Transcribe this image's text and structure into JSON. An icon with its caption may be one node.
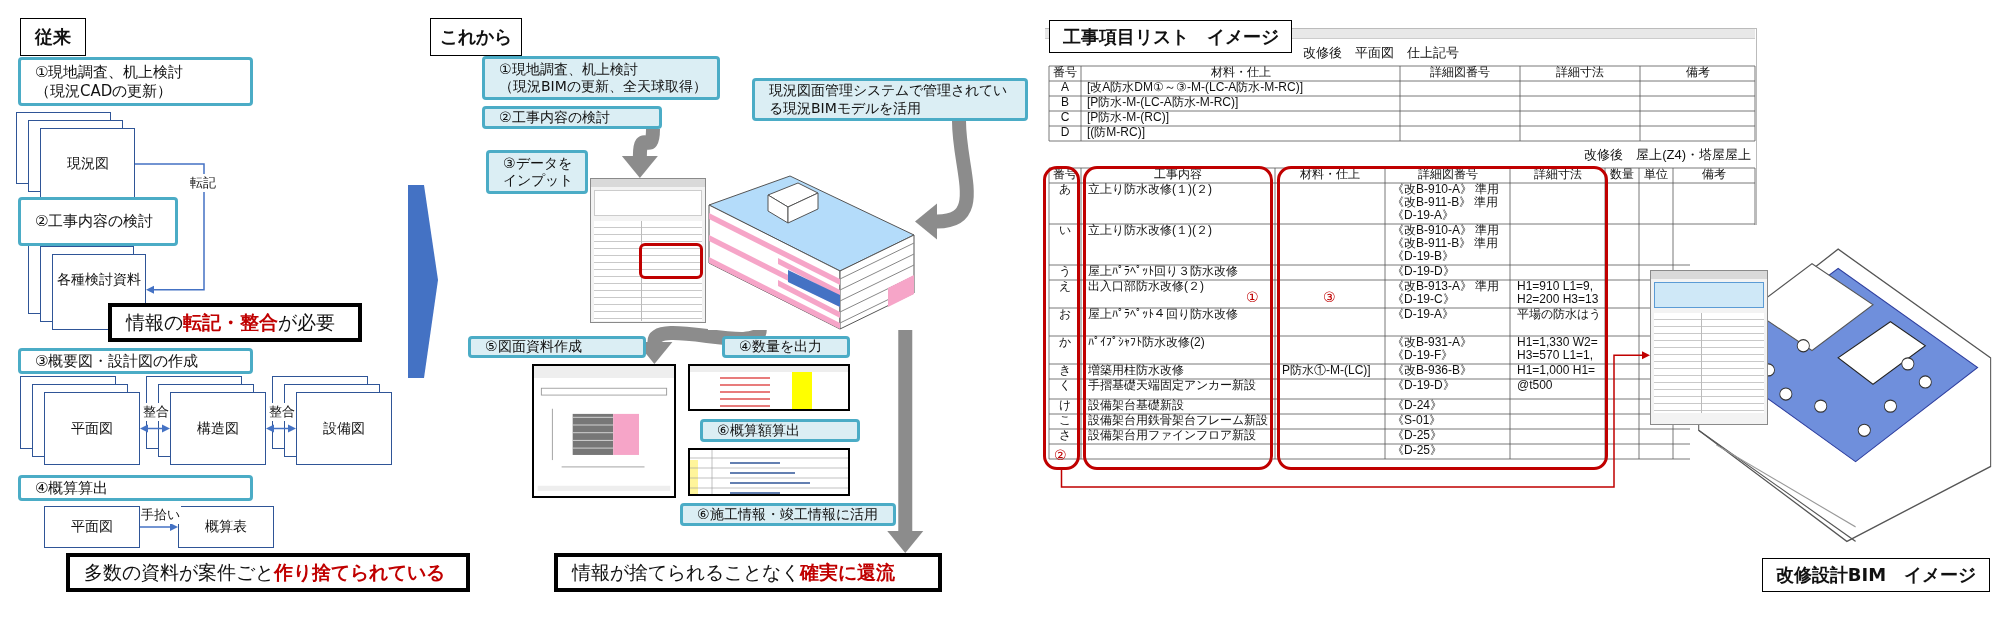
{
  "diagram": {
    "nodes": [
      {
        "text": [
          "従来"
        ]
      },
      {
        "text": [
          "①現地調査、机上検討",
          "（現況CADの更新）"
        ]
      },
      {
        "text": [
          "現況図"
        ]
      },
      {
        "text": [
          "②工事内容の検討"
        ]
      },
      {
        "text": [
          "各種検討資料"
        ]
      },
      {
        "text": [
          "情報の**転記・整合**が必要"
        ]
      },
      {
        "text": [
          "③概要図・設計図の作成"
        ]
      },
      {
        "text": [
          "平面図"
        ]
      },
      {
        "text": [
          "構造図"
        ]
      },
      {
        "text": [
          "設備図"
        ]
      },
      {
        "text": [
          "④概算算出"
        ]
      },
      {
        "text": [
          "平面図"
        ]
      },
      {
        "text": [
          "概算表"
        ]
      },
      {
        "text": [
          "多数の資料が案件ごと**作り捨てられている**"
        ]
      },
      {
        "text": [
          "これから"
        ]
      },
      {
        "text": [
          "①現地調査、机上検討",
          "（現況BIMの更新、全天球取得）"
        ]
      },
      {
        "text": [
          "②工事内容の検討"
        ]
      },
      {
        "text": [
          "③データをインプット"
        ]
      },
      {
        "text": [
          "現況図面管理システムで管理されている現況BIMモデルを活用"
        ]
      },
      {
        "text": [],
        "shape": "picture"
      },
      {
        "text": [],
        "shape": "picture"
      },
      {
        "text": [
          "⑤図面資料作成"
        ]
      },
      {
        "text": [
          "④数量を出力"
        ]
      },
      {
        "text": [],
        "shape": "picture"
      },
      {
        "text": [],
        "shape": "picture"
      },
      {
        "text": [
          "⑥概算額算出"
        ]
      },
      {
        "text": [],
        "shape": "picture"
      },
      {
        "text": [
          "⑥施工情報・竣工情報に活用"
        ]
      },
      {
        "text": [
          "情報が捨てられることなく**確実に還流**"
        ]
      },
      {
        "text": [
          "工事項目リスト　イメージ"
        ]
      },
      {
        "text": [
          "②"
        ]
      },
      {
        "text": [
          "①"
        ]
      },
      {
        "text": [
          "③"
        ]
      },
      {
        "text": [],
        "shape": "picture"
      },
      {
        "text": [],
        "shape": "picture"
      },
      {
        "text": [
          "改修設計BIM　イメージ"
        ]
      }
    ],
    "edges": [
      {
        "from": 2,
        "to": 4,
        "arrow": "to",
        "label": "転記"
      },
      {
        "from": 7,
        "to": 8,
        "arrow": "both",
        "label": "整合"
      },
      {
        "from": 8,
        "to": 9,
        "arrow": "both",
        "label": "整合"
      },
      {
        "from": 11,
        "to": 12,
        "arrow": "to",
        "label": "手拾い"
      },
      {
        "from": 16,
        "to": 19,
        "arrow": "to",
        "style": "thick",
        "color": "#8c8c8c"
      },
      {
        "from": 18,
        "to": 20,
        "arrow": "to",
        "style": "thick",
        "color": "#8c8c8c"
      },
      {
        "from": 20,
        "to": 23,
        "arrow": "to",
        "style": "thick",
        "color": "#8c8c8c"
      },
      {
        "from": 20,
        "to": 28,
        "arrow": "to",
        "style": "thick",
        "color": "#8c8c8c"
      },
      {
        "from": 30,
        "to": 33,
        "arrow": "to",
        "color": "#c00000"
      }
    ],
    "labels": [
      "改修後　平面図　仕上記号",
      "番号",
      "材料・仕上",
      "詳細図番号",
      "詳細寸法",
      "備考",
      "A",
      "[改A防水DM①～③-M-(LC-A防水-M-RC)]",
      "B",
      "[P防水-M-(LC-A防水-M-RC)]",
      "C",
      "[P防水-M-(RC)]",
      "D",
      "[(防M-RC)]",
      "改修後　屋上(Z4)・塔屋屋上",
      "番号",
      "工事内容",
      "材料・仕上",
      "詳細図番号",
      "詳細寸法",
      "数量",
      "単位",
      "備考",
      "あ",
      "立上り防水改修(１)(２)",
      "《改B-910-A》 準用《改B-911-B》 準用《D-19-A》",
      "い",
      "立上り防水改修(１)(２)",
      "《改B-910-A》 準用《改B-911-B》 準用《D-19-B》",
      "う",
      "屋上ﾊﾟﾗﾍﾟｯﾄ回り３防水改修",
      "《D-19-D》",
      "え",
      "出入口部防水改修(２)",
      "《改B-913-A》 準用《D-19-C》",
      "H1=910 L1=9, H2=200 H3=13",
      "お",
      "屋上ﾊﾟﾗﾍﾟｯﾄ４回り防水改修",
      "《D-19-A》",
      "平場の防水はう",
      "か",
      "ﾊﾟｲﾌﾟｼｬﾌﾄ防水改修(2)",
      "《改B-931-A》《D-19-F》",
      "H1=1,330 W2= H3=570 L1=1,",
      "き",
      "増築用柱防水改修",
      "P防水①-M-(LC)]",
      "《改B-936-B》",
      "H1=1,000 H1=",
      "く",
      "手摺基礎天端固定アンカー新設",
      "《D-19-D》",
      "@t500",
      "け",
      "設備架台基礎新設",
      "《D-24》",
      "こ",
      "設備架台用鉄骨架台フレーム新設",
      "《S-01》",
      "さ",
      "設備架台用ファインフロア新設",
      "《D-25》",
      "《D-25》"
    ]
  }
}
